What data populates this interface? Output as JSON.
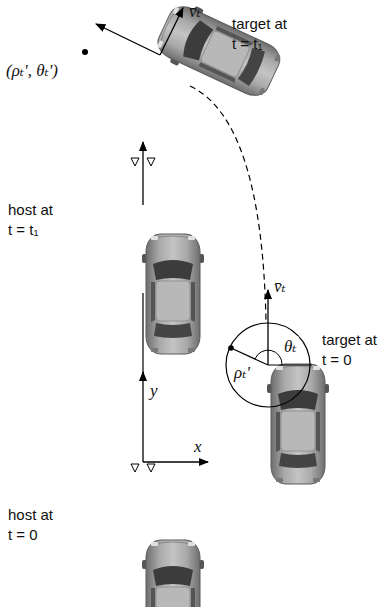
{
  "diagram": {
    "labels": [
      "v̄ₜ",
      "target at t = t₁",
      "(ρₜ', θₜ')",
      "host at t = t₁",
      "v̄ₜ",
      "θₜ",
      "ρₜ'",
      "target at t = 0",
      "y",
      "x",
      "host at t = 0"
    ]
  }
}
